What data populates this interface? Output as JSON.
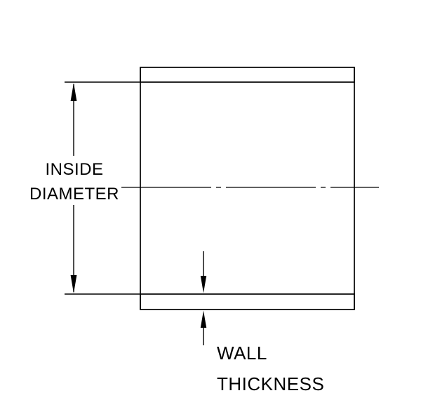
{
  "diagram": {
    "labels": {
      "inside_diameter_line1": "INSIDE",
      "inside_diameter_line2": "DIAMETER",
      "wall_thickness_line1": "WALL",
      "wall_thickness_line2": "THICKNESS"
    },
    "colors": {
      "line": "#000000",
      "background": "#ffffff"
    }
  }
}
